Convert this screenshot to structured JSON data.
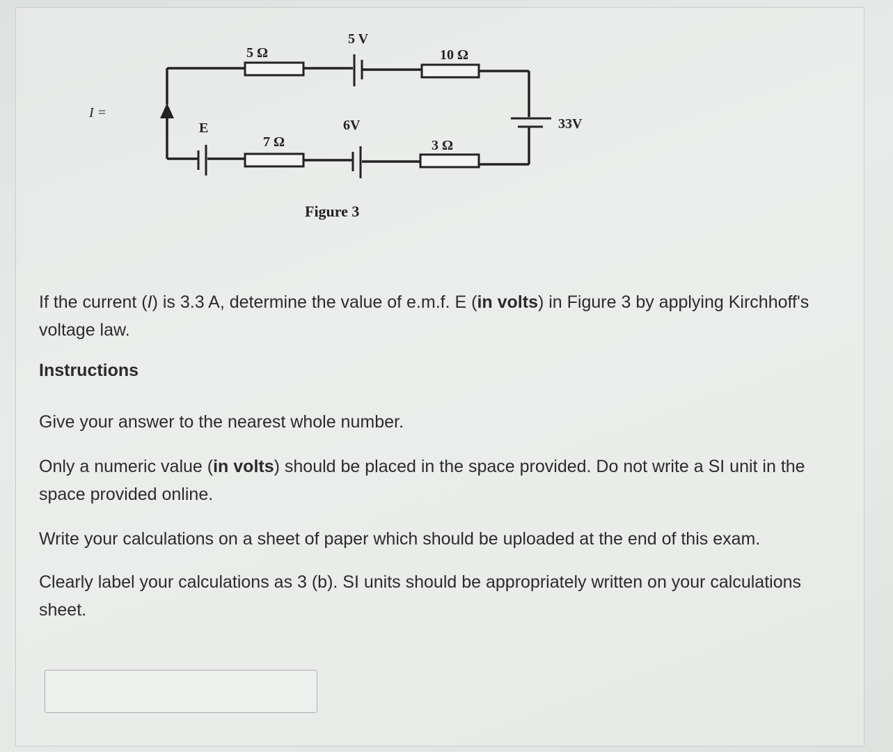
{
  "figure": {
    "current_label": "I =",
    "emf_label": "E",
    "resistor_top_left": "5 Ω",
    "battery_top": "5 V",
    "resistor_top_right": "10 Ω",
    "battery_right": "33V",
    "resistor_bottom_left": "7 Ω",
    "battery_bottom": "6V",
    "resistor_bottom_right": "3 Ω",
    "caption": "Figure 3"
  },
  "question": {
    "part1": "If the current (",
    "current_symbol": "I",
    "part2": ") is 3.3 A, determine the value of e.m.f. E (",
    "bold_unit": "in volts",
    "part3": ") in Figure 3 by applying Kirchhoff's voltage law."
  },
  "instructions": {
    "heading": "Instructions",
    "line1": "Give your answer to the nearest whole number.",
    "line2_a": "Only a numeric value (",
    "line2_bold": "in volts",
    "line2_b": ") should be placed in the space provided. Do not write a SI unit in the space provided online.",
    "line3": "Write your calculations on a sheet of paper which should be uploaded at the end of this exam.",
    "line4": "Clearly label your calculations as 3 (b). SI units should be appropriately written on your calculations sheet."
  },
  "answer": {
    "value": "",
    "placeholder": ""
  }
}
